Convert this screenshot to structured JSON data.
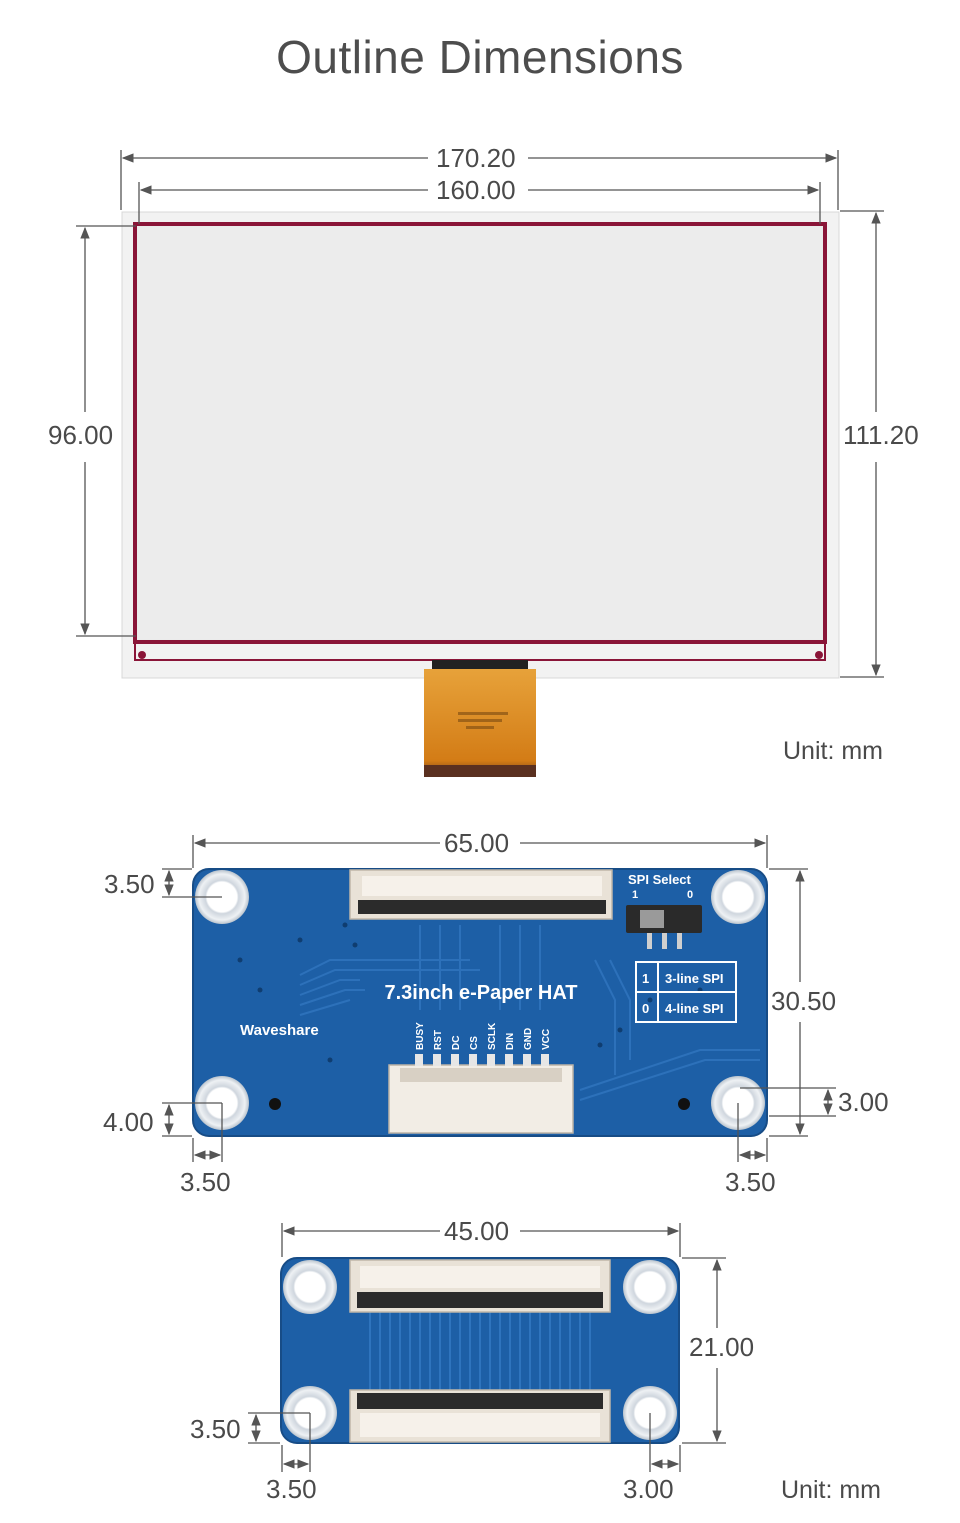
{
  "title": "Outline Dimensions",
  "unit_label": "Unit: mm",
  "epaper": {
    "dims": {
      "outer_width": "170.20",
      "active_width": "160.00",
      "active_height": "96.00",
      "outer_height": "111.20"
    },
    "border_color": "#8a1538",
    "fpc_color": "#d9871c"
  },
  "hat_board": {
    "name_label": "7.3inch e-Paper HAT",
    "brand_label": "Waveshare",
    "spi_select_label": "SPI Select",
    "spi_switch_1": "1",
    "spi_switch_0": "0",
    "spi_table": [
      {
        "num": "1",
        "mode": "3-line SPI"
      },
      {
        "num": "0",
        "mode": "4-line SPI"
      }
    ],
    "pins": [
      "BUSY",
      "RST",
      "DC",
      "CS",
      "SCLK",
      "DIN",
      "GND",
      "VCC"
    ],
    "dims": {
      "width": "65.00",
      "height": "30.50",
      "hole_top_offset": "3.50",
      "hole_bottom_offset": "4.00",
      "hole_left_offset": "3.50",
      "hole_right_offset": "3.50",
      "hole_right_bottom_offset": "3.00"
    },
    "pcb_color": "#1d5fa6"
  },
  "adapter_board": {
    "dims": {
      "width": "45.00",
      "height": "21.00",
      "hole_bottom_offset": "3.50",
      "hole_left_offset": "3.50",
      "hole_right_offset": "3.00"
    }
  }
}
